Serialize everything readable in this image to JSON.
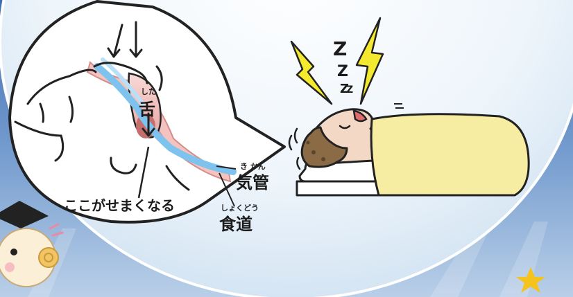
{
  "labels": {
    "tongue": "舌",
    "tongue_ruby": "した",
    "trachea": "気管",
    "trachea_ruby": "き かん",
    "esophagus": "食道",
    "esophagus_ruby": "しょくどう",
    "narrowing": "ここがせまくなる",
    "snore": [
      "Z",
      "Z",
      "Z",
      "Z"
    ]
  },
  "colors": {
    "sky_top": "#3f6fb4",
    "sky_bottom": "#dce9f5",
    "trachea_blue": "#7ec3ee",
    "esophagus_pink": "#f4c3c0",
    "tongue_red": "#d97f7d",
    "blanket": "#f7eda2",
    "lightning": "#f3e92f",
    "star": "#f6c21c",
    "hair": "#8a6b45",
    "skin": "#f3d9c5"
  },
  "icons": [
    "sleeping-man-icon",
    "lightning-icon",
    "sheep-mascot-icon",
    "star-icon",
    "graduation-cap-icon"
  ]
}
